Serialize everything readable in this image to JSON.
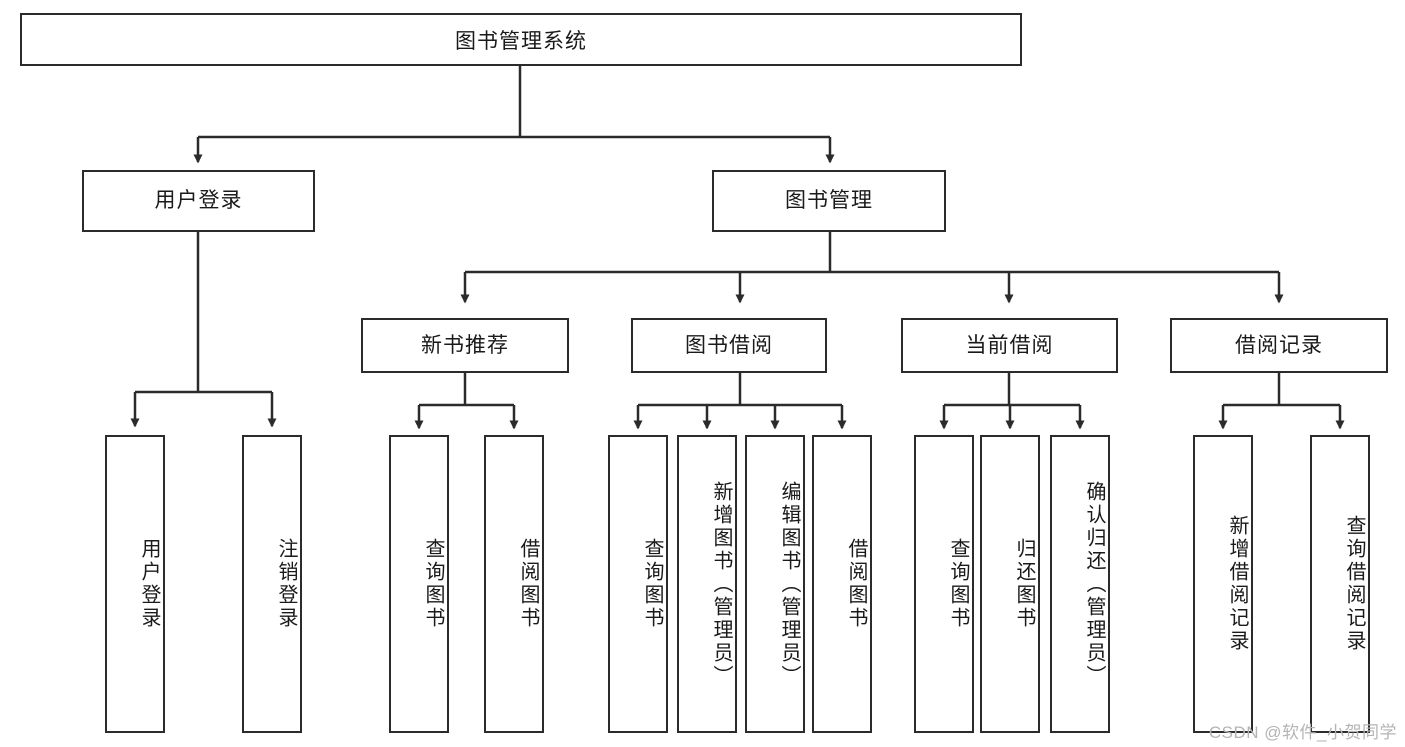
{
  "diagram": {
    "title": "图书管理系统",
    "type": "tree",
    "watermark": "CSDN @软件_小贺同学",
    "colors": {
      "border": "#2b2b2b",
      "fill": "#ffffff",
      "text": "#1a1a1a",
      "watermark": "#b4b4b4"
    },
    "nodes": {
      "root": "图书管理系统",
      "level2": [
        "用户登录",
        "图书管理"
      ],
      "level3": [
        "新书推荐",
        "图书借阅",
        "当前借阅",
        "借阅记录"
      ],
      "leaves_user_login": [
        "用户登录",
        "注销登录"
      ],
      "leaves_new_book": [
        "查询图书",
        "借阅图书"
      ],
      "leaves_borrow": [
        "查询图书",
        "新增图书（管理员）",
        "编辑图书（管理员）",
        "借阅图书"
      ],
      "leaves_current": [
        "查询图书",
        "归还图书",
        "确认归还（管理员）"
      ],
      "leaves_record": [
        "新增借阅记录",
        "查询借阅记录"
      ]
    },
    "edges": [
      {
        "from": "图书管理系统",
        "to": "用户登录"
      },
      {
        "from": "图书管理系统",
        "to": "图书管理"
      },
      {
        "from": "图书管理",
        "to": "新书推荐"
      },
      {
        "from": "图书管理",
        "to": "图书借阅"
      },
      {
        "from": "图书管理",
        "to": "当前借阅"
      },
      {
        "from": "图书管理",
        "to": "借阅记录"
      },
      {
        "from": "用户登录",
        "to": "用户登录"
      },
      {
        "from": "用户登录",
        "to": "注销登录"
      },
      {
        "from": "新书推荐",
        "to": "查询图书"
      },
      {
        "from": "新书推荐",
        "to": "借阅图书"
      },
      {
        "from": "图书借阅",
        "to": "查询图书"
      },
      {
        "from": "图书借阅",
        "to": "新增图书（管理员）"
      },
      {
        "from": "图书借阅",
        "to": "编辑图书（管理员）"
      },
      {
        "from": "图书借阅",
        "to": "借阅图书"
      },
      {
        "from": "当前借阅",
        "to": "查询图书"
      },
      {
        "from": "当前借阅",
        "to": "归还图书"
      },
      {
        "from": "当前借阅",
        "to": "确认归还（管理员）"
      },
      {
        "from": "借阅记录",
        "to": "新增借阅记录"
      },
      {
        "from": "借阅记录",
        "to": "查询借阅记录"
      }
    ]
  }
}
